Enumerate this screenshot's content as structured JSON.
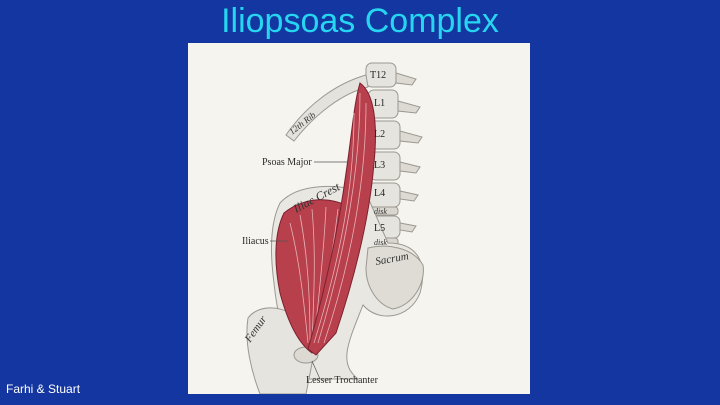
{
  "slide": {
    "title": "Iliopsoas Complex",
    "credit": "Farhi & Stuart"
  },
  "figure": {
    "labels": {
      "rib": "12th Rib",
      "psoas_major": "Psoas Major",
      "iliac_crest": "Iliac Crest",
      "iliacus": "Iliacus",
      "sacrum": "Sacrum",
      "femur": "Femur",
      "lesser_trochanter": "Lesser Trochanter"
    },
    "vertebrae": [
      "T12",
      "L1",
      "L2",
      "L3",
      "L4",
      "disk",
      "L5",
      "disk"
    ]
  },
  "colors": {
    "background": "#1436a0",
    "title": "#26d6f0",
    "muscle": "#b8404c",
    "bone": "#e9e7e1"
  }
}
